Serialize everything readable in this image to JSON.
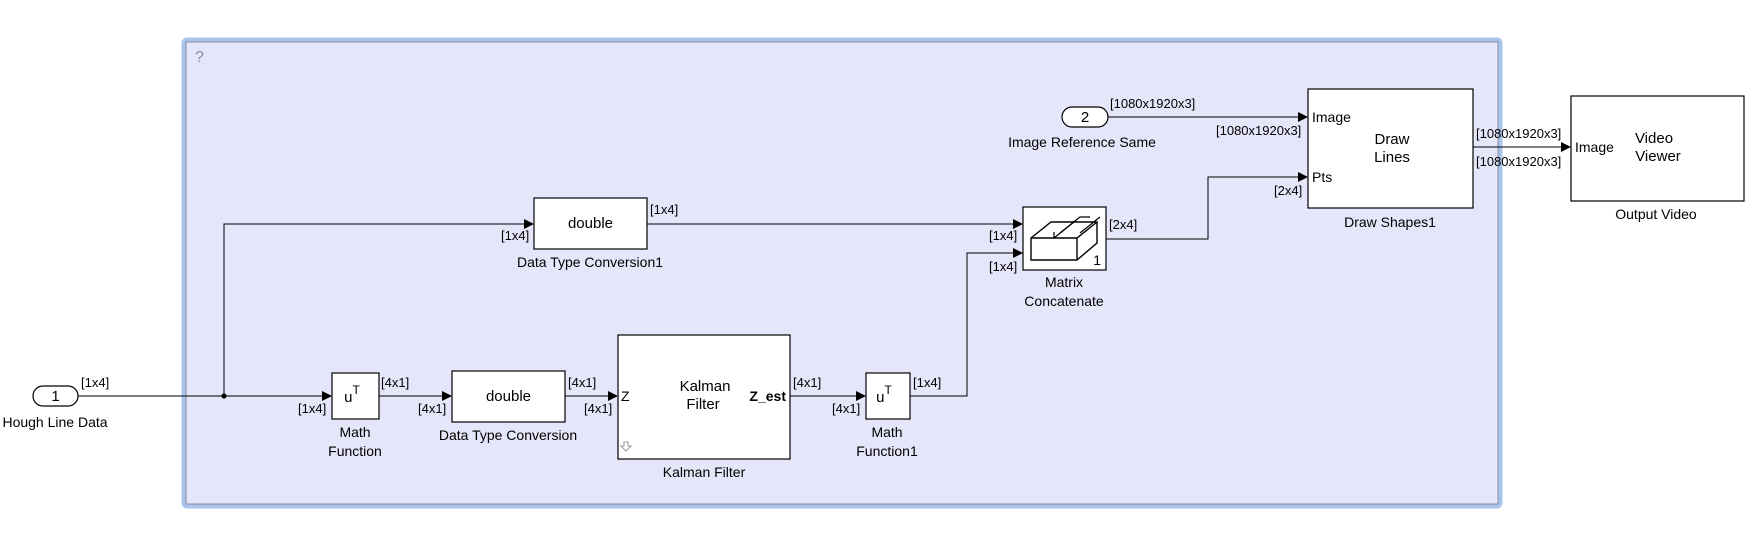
{
  "subsystem": {
    "help_mark": "?"
  },
  "inports": {
    "in1": {
      "number": "1",
      "label": "Hough Line Data"
    },
    "in2": {
      "number": "2",
      "label": "Image Reference Same"
    }
  },
  "blocks": {
    "dtc1": {
      "text": "double",
      "caption": "Data Type Conversion1"
    },
    "dtc": {
      "text": "double",
      "caption": "Data Type Conversion"
    },
    "mathfn": {
      "text": "u",
      "sup": "T",
      "caption_line1": "Math",
      "caption_line2": "Function"
    },
    "mathfn1": {
      "text": "u",
      "sup": "T",
      "caption_line1": "Math",
      "caption_line2": "Function1"
    },
    "kalman": {
      "title_line1": "Kalman",
      "title_line2": "Filter",
      "in_port": "Z",
      "out_port": "Z_est",
      "caption": "Kalman Filter"
    },
    "concat": {
      "dim_label": "1",
      "caption_line1": "Matrix",
      "caption_line2": "Concatenate"
    },
    "draw": {
      "port_image": "Image",
      "port_pts": "Pts",
      "title_line1": "Draw",
      "title_line2": "Lines",
      "caption": "Draw Shapes1"
    },
    "viewer": {
      "port_image": "Image",
      "title_line1": "Video",
      "title_line2": "Viewer",
      "caption": "Output Video"
    }
  },
  "signals": {
    "s_in1": "[1x4]",
    "s_math_in": "[1x4]",
    "s_math_out": "[4x1]",
    "s_dtc_in": "[4x1]",
    "s_dtc_out": "[4x1]",
    "s_kal_in": "[4x1]",
    "s_kal_out": "[4x1]",
    "s_m1_in": "[4x1]",
    "s_m1_out": "[1x4]",
    "s_dtc1_in": "[1x4]",
    "s_dtc1_out": "[1x4]",
    "s_cat_in1": "[1x4]",
    "s_cat_in2": "[1x4]",
    "s_cat_out": "[2x4]",
    "s_pts_in": "[2x4]",
    "s_in2": "[1080x1920x3]",
    "s_img_in": "[1080x1920x3]",
    "s_draw_out": "[1080x1920x3]",
    "s_view_in": "[1080x1920x3]"
  },
  "colors": {
    "subsystem_fill": "#e6e6fa",
    "subsystem_border": "#a8c6ec"
  }
}
